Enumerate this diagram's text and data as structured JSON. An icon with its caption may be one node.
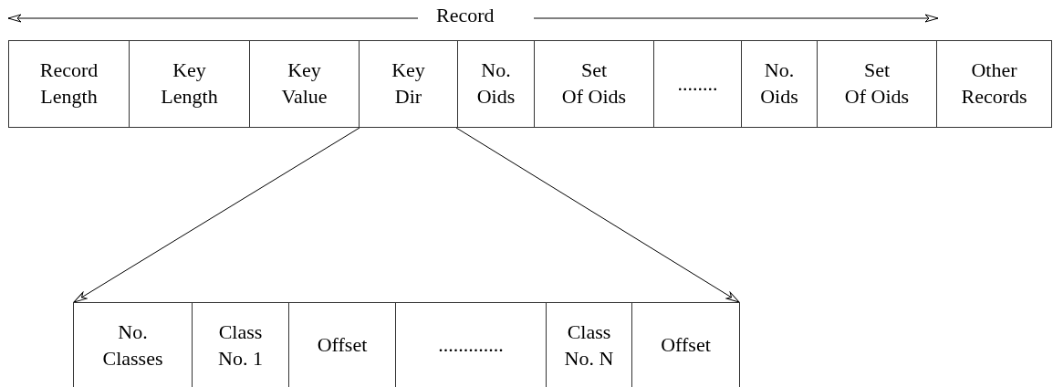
{
  "diagram": {
    "nodes": [
      {
        "text": [
          "Record Length"
        ]
      },
      {
        "text": [
          "Key Length"
        ]
      },
      {
        "text": [
          "Key Value"
        ]
      },
      {
        "text": [
          "Key Dir"
        ]
      },
      {
        "text": [
          "No. Oids"
        ]
      },
      {
        "text": [
          "Set Of Oids"
        ]
      },
      {
        "text": [
          "........"
        ]
      },
      {
        "text": [
          "No. Oids"
        ]
      },
      {
        "text": [
          "Set Of Oids"
        ]
      },
      {
        "text": [
          "Other Records"
        ]
      },
      {
        "text": [],
        "shape": "box"
      },
      {
        "text": [
          "No. Classes"
        ],
        "in": 10
      },
      {
        "text": [
          "Class No. 1"
        ],
        "in": 10
      },
      {
        "text": [
          "Offset"
        ],
        "in": 10
      },
      {
        "text": [
          "............."
        ],
        "in": 10
      },
      {
        "text": [
          "Class No. N"
        ],
        "in": 10
      },
      {
        "text": [
          "Offset"
        ],
        "in": 10
      }
    ],
    "edges": [
      {
        "from": 3,
        "to": 10,
        "arrow": "to"
      },
      {
        "from": 3,
        "to": 10,
        "arrow": "to"
      }
    ],
    "labels": [
      "Record"
    ]
  }
}
